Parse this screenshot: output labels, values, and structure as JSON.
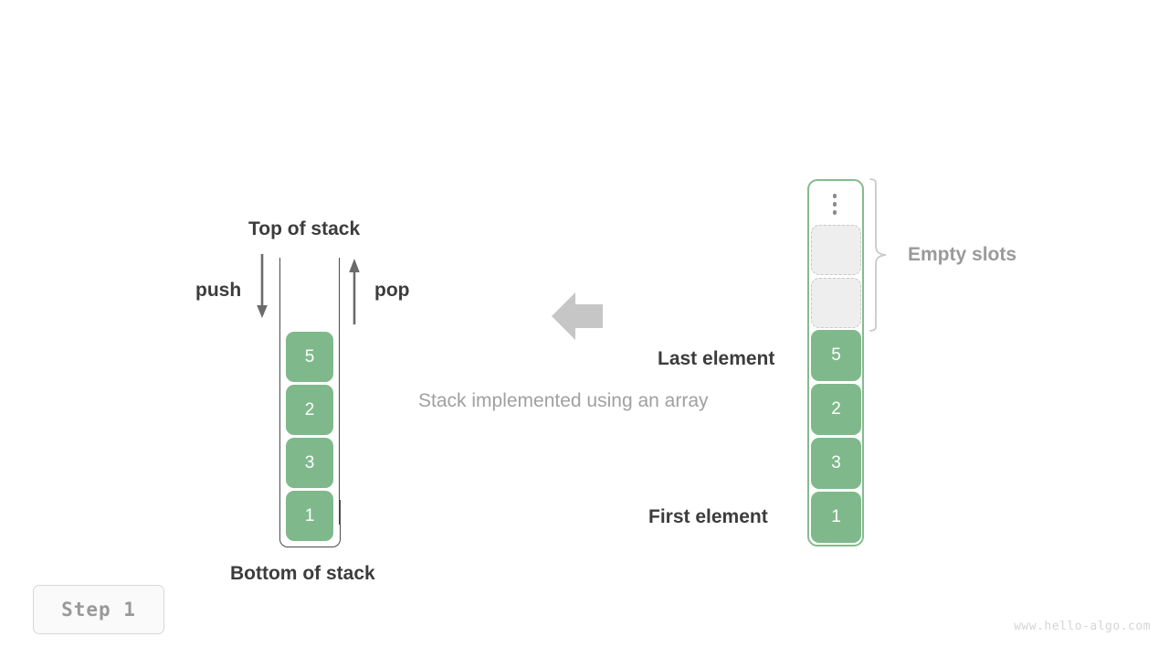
{
  "colors": {
    "cell_fill": "#7fb98b",
    "cell_text": "#ffffff",
    "array_border": "#85bb8f",
    "empty_slot_fill": "#eeeeee",
    "empty_slot_border": "#c9c9c9",
    "label_dark": "#3c3c3c",
    "label_gray": "#9a9a9a",
    "caption_gray": "#a0a0a0",
    "arrow_gray": "#c6c6c6",
    "stack_wall": "#4a4a4a",
    "watermark": "#d5d5d5",
    "background": "#ffffff"
  },
  "left_stack": {
    "top_label": "Top of stack",
    "bottom_label": "Bottom of stack",
    "push_label": "push",
    "pop_label": "pop",
    "push_arrow_direction": "down",
    "pop_arrow_direction": "up",
    "cells": [
      {
        "value": "5",
        "position": "top"
      },
      {
        "value": "2",
        "position": "middle"
      },
      {
        "value": "3",
        "position": "middle"
      },
      {
        "value": "1",
        "position": "bottom"
      }
    ]
  },
  "center": {
    "caption": "Stack implemented using an array",
    "arrow_icon": "arrow-left-icon",
    "arrow_direction": "left"
  },
  "right_array": {
    "ellipsis_icon": "vertical-ellipsis-icon",
    "empty_slots_label": "Empty slots",
    "empty_slot_count": 2,
    "brace_icon": "curly-brace-icon",
    "last_element_label": "Last element",
    "first_element_label": "First element",
    "cells": [
      {
        "value": "5",
        "role": "last-element"
      },
      {
        "value": "2",
        "role": "element"
      },
      {
        "value": "3",
        "role": "element"
      },
      {
        "value": "1",
        "role": "first-element"
      }
    ]
  },
  "step_badge": {
    "label": "Step  1"
  },
  "watermark": {
    "text": "www.hello-algo.com"
  }
}
